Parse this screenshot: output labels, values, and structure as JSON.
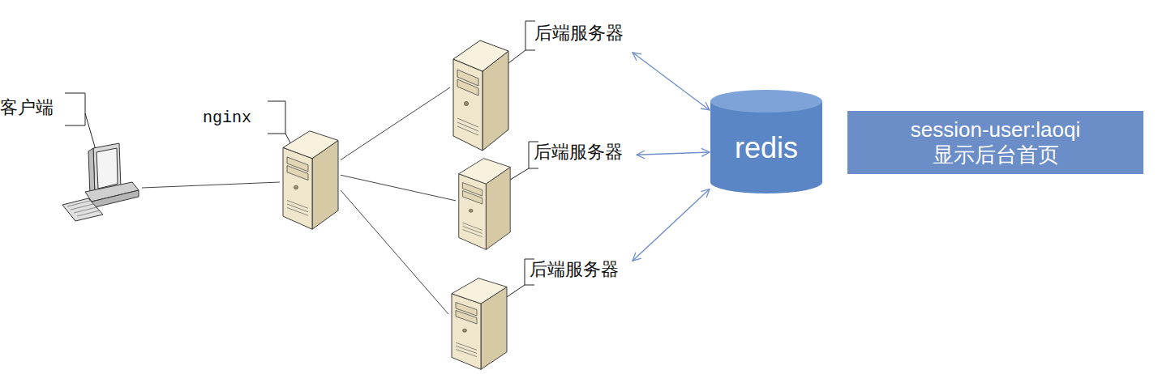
{
  "diagram": {
    "nodes": [
      {
        "text": [
          "客户端"
        ]
      },
      {
        "text": [
          "nginx"
        ]
      },
      {
        "text": [
          "后端服务器"
        ]
      },
      {
        "text": [
          "后端服务器"
        ]
      },
      {
        "text": [
          "后端服务器"
        ]
      },
      {
        "text": [
          "redis"
        ]
      },
      {
        "text": [
          "session-user:laoqi",
          "显示后台首页"
        ]
      }
    ],
    "edges": [
      {
        "from": 0,
        "to": 1,
        "arrow": "none"
      },
      {
        "from": 1,
        "to": 2,
        "arrow": "none"
      },
      {
        "from": 1,
        "to": 3,
        "arrow": "none"
      },
      {
        "from": 1,
        "to": 4,
        "arrow": "none"
      },
      {
        "from": 2,
        "to": 5,
        "arrow": "both"
      },
      {
        "from": 3,
        "to": 5,
        "arrow": "both"
      },
      {
        "from": 4,
        "to": 5,
        "arrow": "both"
      }
    ]
  }
}
